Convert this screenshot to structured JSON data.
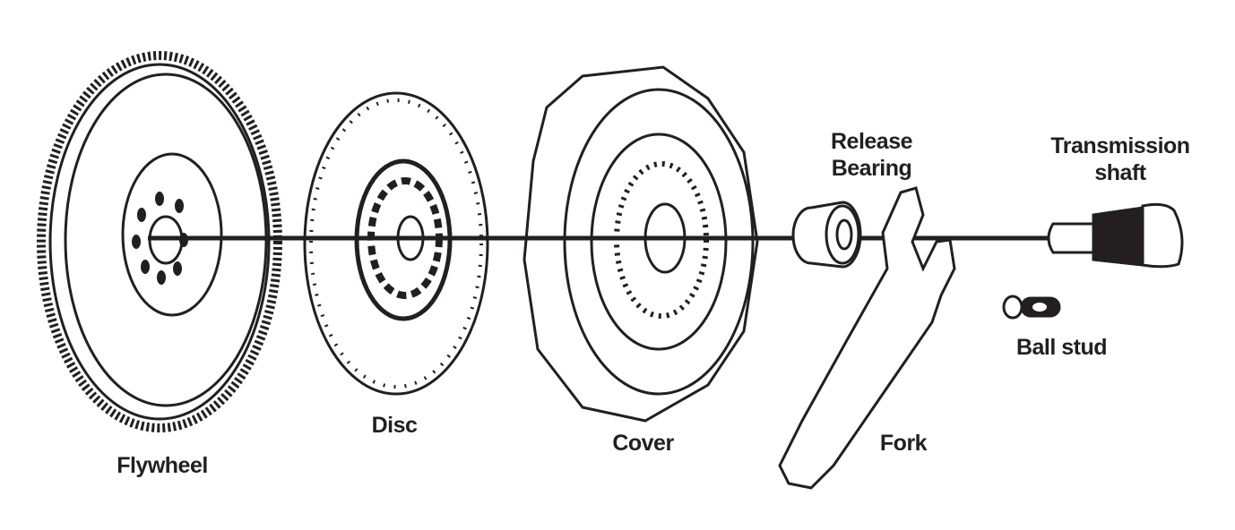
{
  "title": "Clutch assembly exploded view",
  "labels": {
    "flywheel": "Flywheel",
    "disc": "Disc",
    "cover": "Cover",
    "release_bearing_line1": "Release",
    "release_bearing_line2": "Bearing",
    "fork": "Fork",
    "transmission_shaft_line1": "Transmission",
    "transmission_shaft_line2": "shaft",
    "ball_stud": "Ball stud"
  },
  "colors": {
    "ink": "#231f20",
    "background": "#ffffff"
  }
}
